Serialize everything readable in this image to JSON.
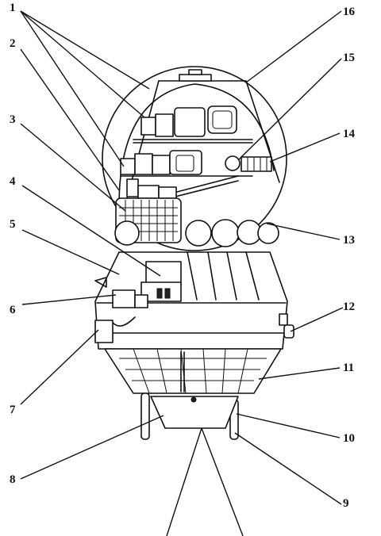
{
  "callouts": [
    {
      "id": "1",
      "label": "1"
    },
    {
      "id": "2",
      "label": "2"
    },
    {
      "id": "3",
      "label": "3"
    },
    {
      "id": "4",
      "label": "4"
    },
    {
      "id": "5",
      "label": "5"
    },
    {
      "id": "6",
      "label": "6"
    },
    {
      "id": "7",
      "label": "7"
    },
    {
      "id": "8",
      "label": "8"
    },
    {
      "id": "9",
      "label": "9"
    },
    {
      "id": "10",
      "label": "10"
    },
    {
      "id": "11",
      "label": "11"
    },
    {
      "id": "12",
      "label": "12"
    },
    {
      "id": "13",
      "label": "13"
    },
    {
      "id": "14",
      "label": "14"
    },
    {
      "id": "15",
      "label": "15"
    },
    {
      "id": "16",
      "label": "16"
    }
  ],
  "colors": {
    "ink": "#111111",
    "paper": "#ffffff"
  }
}
